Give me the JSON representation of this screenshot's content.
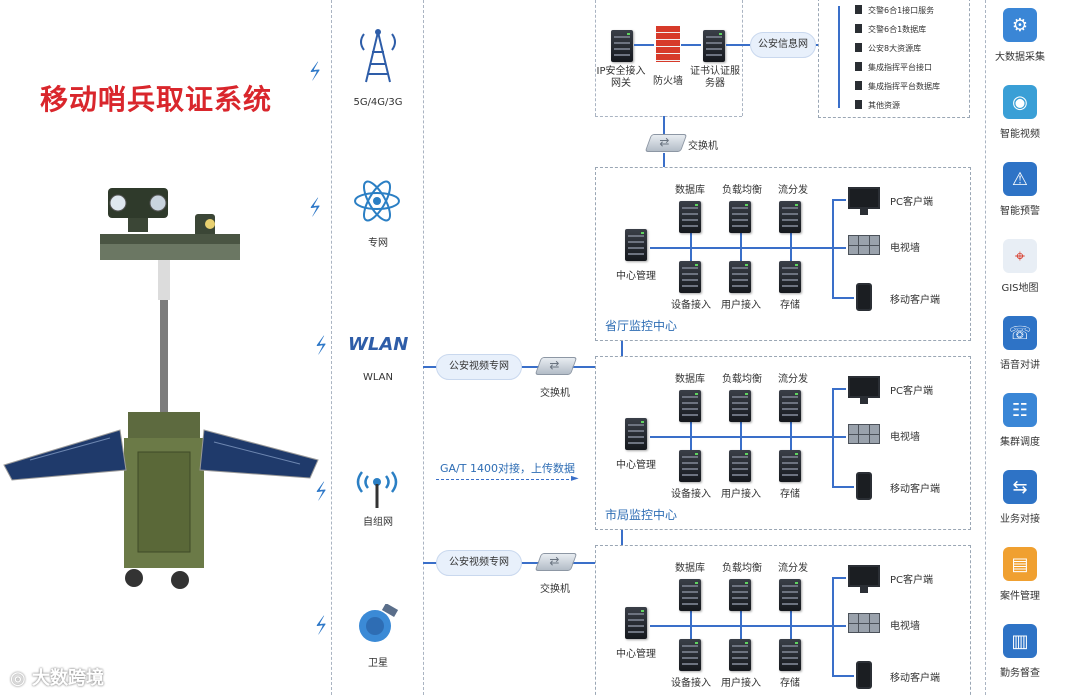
{
  "title": "移动哨兵取证系统",
  "networks": [
    {
      "label": "5G/4G/3G",
      "icon": "cell-tower-icon"
    },
    {
      "label": "专网",
      "icon": "atom-icon"
    },
    {
      "label": "WLAN",
      "icon": "wlan-icon",
      "logo_text": "WLAN"
    },
    {
      "label": "自组网",
      "icon": "antenna-icon"
    },
    {
      "label": "卫星",
      "icon": "satellite-icon"
    }
  ],
  "top": {
    "gateway": "IP安全接入网关",
    "firewall": "防火墙",
    "cert": "证书认证服务器",
    "cloud": "公安信息网",
    "switch": "交换机",
    "db_items": [
      "交警6合1接口服务",
      "交警6合1数据库",
      "公安8大资源库",
      "集成指挥平台接口",
      "集成指挥平台数据库",
      "其他资源"
    ]
  },
  "links": {
    "cloud1": "公安视频专网",
    "switch1": "交换机",
    "gat": "GA/T 1400对接，上传数据",
    "cloud2": "公安视频专网",
    "switch2": "交换机"
  },
  "centers": [
    {
      "name": "省厅监控中心",
      "db": "数据库",
      "lb": "负载均衡",
      "stream": "流分发",
      "mgmt": "中心管理",
      "dev": "设备接入",
      "user": "用户接入",
      "store": "存储",
      "pc": "PC客户端",
      "tv": "电视墙",
      "mobile": "移动客户端"
    },
    {
      "name": "市局监控中心",
      "db": "数据库",
      "lb": "负载均衡",
      "stream": "流分发",
      "mgmt": "中心管理",
      "dev": "设备接入",
      "user": "用户接入",
      "store": "存储",
      "pc": "PC客户端",
      "tv": "电视墙",
      "mobile": "移动客户端"
    },
    {
      "name": "",
      "db": "数据库",
      "lb": "负载均衡",
      "stream": "流分发",
      "mgmt": "中心管理",
      "dev": "设备接入",
      "user": "用户接入",
      "store": "存储",
      "pc": "PC客户端",
      "tv": "电视墙",
      "mobile": "移动客户端"
    }
  ],
  "functions": [
    {
      "label": "大数据采集",
      "icon": "data-collect-icon",
      "color": "#3a86d6"
    },
    {
      "label": "智能视频",
      "icon": "camera-icon",
      "color": "#3a9fd6"
    },
    {
      "label": "智能预警",
      "icon": "alert-icon",
      "color": "#2e73c6"
    },
    {
      "label": "GIS地图",
      "icon": "map-pin-icon",
      "color": "#e8eef5"
    },
    {
      "label": "语音对讲",
      "icon": "intercom-icon",
      "color": "#2e73c6"
    },
    {
      "label": "集群调度",
      "icon": "group-icon",
      "color": "#3a86d6"
    },
    {
      "label": "业务对接",
      "icon": "shuffle-icon",
      "color": "#2e73c6"
    },
    {
      "label": "案件管理",
      "icon": "folder-icon",
      "color": "#f0a030"
    },
    {
      "label": "勤务督查",
      "icon": "book-icon",
      "color": "#2e73c6"
    }
  ],
  "watermark": "大数跨境"
}
